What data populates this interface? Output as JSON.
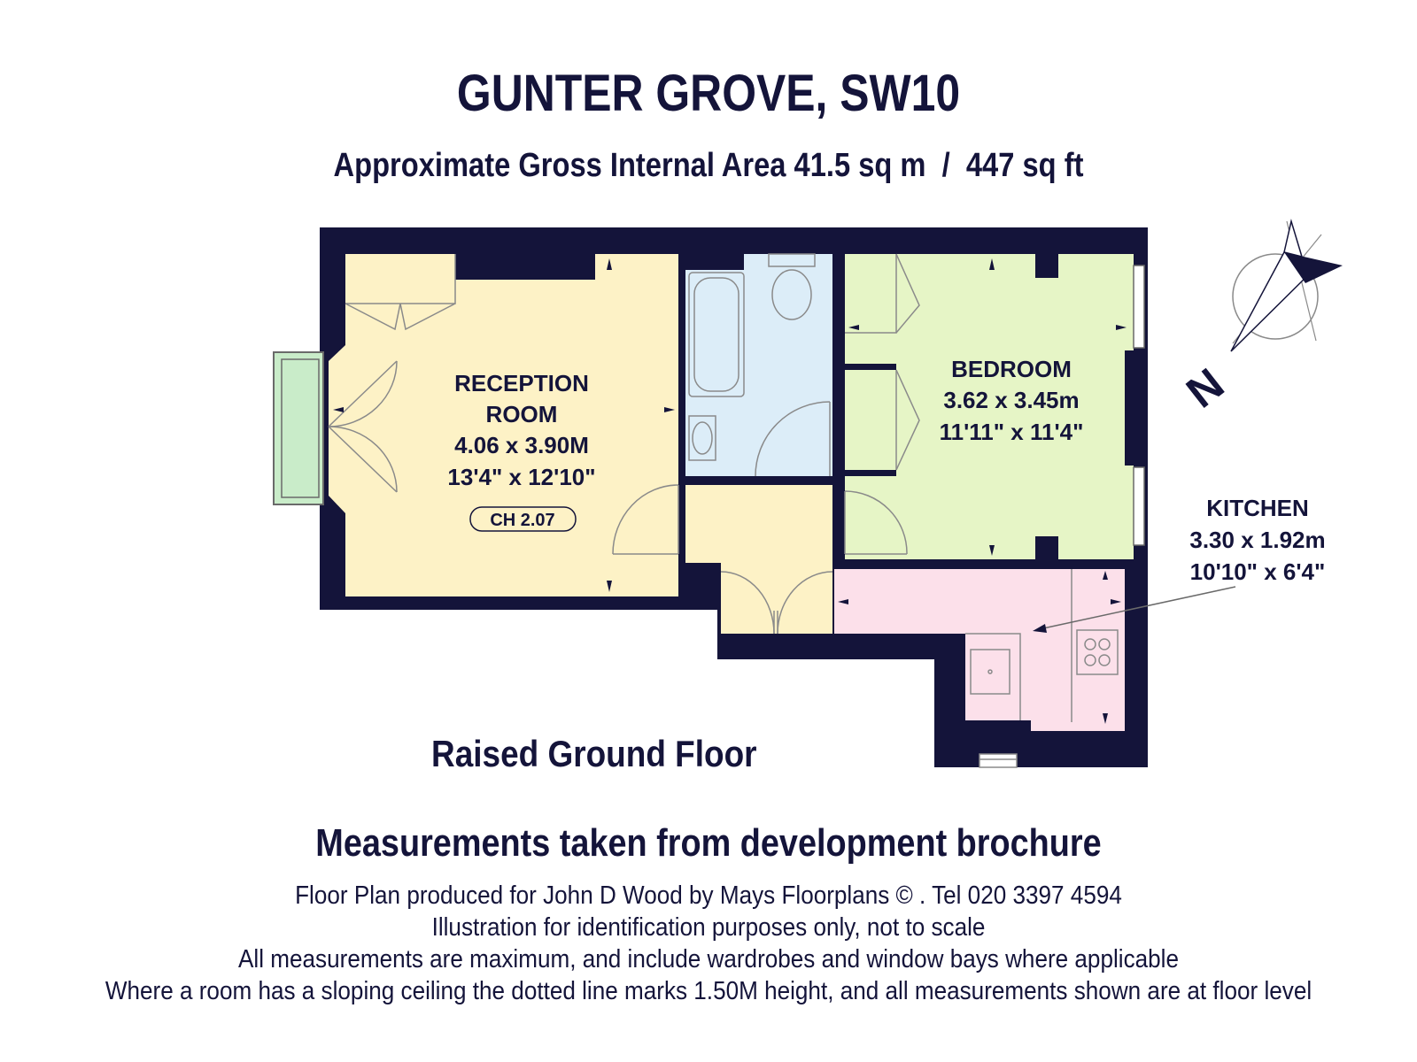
{
  "header": {
    "title": "GUNTER GROVE, SW10",
    "subtitle": "Approximate Gross Internal Area 41.5 sq m  /  447 sq ft"
  },
  "rooms": {
    "reception": {
      "name_line1": "RECEPTION",
      "name_line2": "ROOM",
      "metric": "4.06 x 3.90M",
      "imperial": "13'4\" x 12'10\"",
      "ceiling_height": "CH 2.07"
    },
    "bedroom": {
      "name": "BEDROOM",
      "metric": "3.62 x 3.45m",
      "imperial": "11'11\" x 11'4\""
    },
    "kitchen": {
      "name": "KITCHEN",
      "metric": "3.30 x 1.92m",
      "imperial": "10'10\" x 6'4\""
    }
  },
  "compass": {
    "label": "N",
    "icon": "north-arrow-icon"
  },
  "floor_label": "Raised Ground Floor",
  "notice": "Measurements taken from development brochure",
  "footer": {
    "line1": "Floor Plan produced for John D Wood by Mays Floorplans  © . Tel 020 3397 4594",
    "line2": "Illustration for identification purposes only, not to scale",
    "line3": "All measurements are maximum, and include wardrobes and window bays where applicable",
    "line4": "Where a room has a sloping ceiling the dotted line marks 1.50M height, and all measurements shown are at floor level"
  },
  "colors": {
    "wall": "#14143a",
    "reception": "#fdf2c6",
    "bathroom": "#dcedf8",
    "bedroom": "#e6f5c6",
    "kitchen": "#fce0ea",
    "hall": "#fdf2c6",
    "balcony": "#c9ecc9"
  }
}
